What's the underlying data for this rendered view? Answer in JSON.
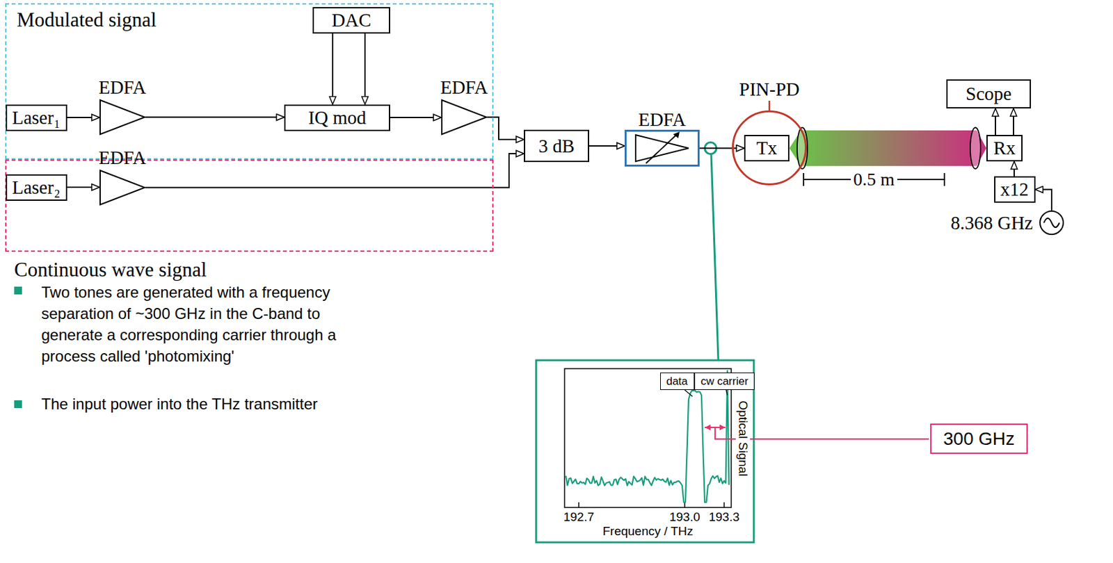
{
  "diagram": {
    "nodes": [
      {
        "text": [
          "Modulated signal"
        ]
      },
      {
        "text": [
          "Laser₁"
        ],
        "in": 0
      },
      {
        "text": [
          "EDFA"
        ],
        "in": 0
      },
      {
        "text": [
          "DAC"
        ],
        "in": 0
      },
      {
        "text": [
          "IQ mod"
        ],
        "in": 0
      },
      {
        "text": [
          "EDFA"
        ],
        "in": 0
      },
      {
        "text": [
          "Continuous wave signal"
        ]
      },
      {
        "text": [
          "Laser₂"
        ],
        "in": 6
      },
      {
        "text": [
          "EDFA"
        ],
        "in": 6
      },
      {
        "text": [
          "3 dB"
        ]
      },
      {
        "text": [
          "EDFA"
        ]
      },
      {
        "text": [
          "PIN-PD"
        ]
      },
      {
        "text": [
          "Tx"
        ],
        "in": 11
      },
      {
        "text": [
          "Scope"
        ]
      },
      {
        "text": [
          "Rx"
        ]
      },
      {
        "text": [
          "x12"
        ]
      },
      {
        "text": [
          "8.368 GHz"
        ]
      },
      {
        "text": [
          "data"
        ]
      },
      {
        "text": [
          "cw carrier"
        ]
      },
      {
        "text": [
          "300 GHz"
        ]
      }
    ],
    "edges": [
      {
        "from": 1,
        "to": 2,
        "arrow": "to"
      },
      {
        "from": 2,
        "to": 4,
        "arrow": "to"
      },
      {
        "from": 3,
        "to": 4,
        "arrow": "to"
      },
      {
        "from": 3,
        "to": 4,
        "arrow": "to"
      },
      {
        "from": 4,
        "to": 5,
        "arrow": "to"
      },
      {
        "from": 5,
        "to": 9,
        "arrow": "to"
      },
      {
        "from": 7,
        "to": 8,
        "arrow": "to"
      },
      {
        "from": 8,
        "to": 9,
        "arrow": "to"
      },
      {
        "from": 9,
        "to": 10,
        "arrow": "to"
      },
      {
        "from": 10,
        "to": 12,
        "arrow": "to"
      },
      {
        "from": 14,
        "to": 13,
        "arrow": "to"
      },
      {
        "from": 14,
        "to": 13,
        "arrow": "to"
      },
      {
        "from": 16,
        "to": 15,
        "arrow": "to"
      },
      {
        "from": 15,
        "to": 14,
        "arrow": "to"
      }
    ],
    "labels": [
      "0.5 m",
      "192.7",
      "193.0",
      "193.3",
      "Frequency / THz",
      "Optical Signal",
      "Two tones are generated with a frequency separation of ~300 GHz in the C-band to generate a corresponding carrier through a process called 'photomixing'",
      "The input power into the THz transmitter"
    ]
  }
}
